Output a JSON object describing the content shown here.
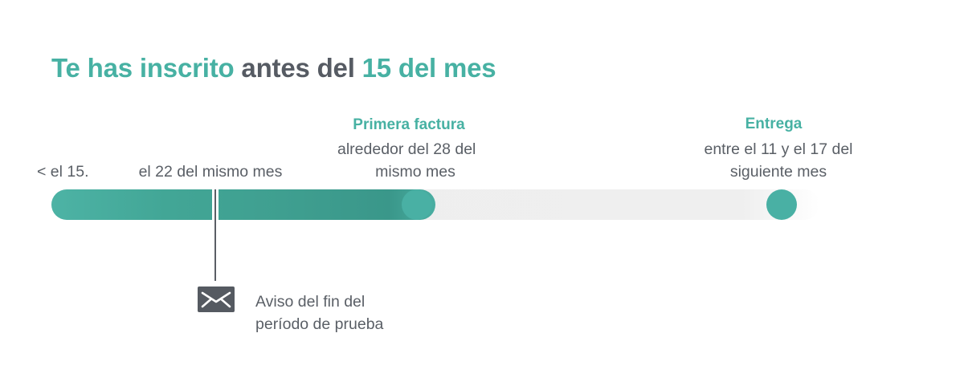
{
  "title": {
    "part1": "Te has inscrito",
    "part2": " antes del ",
    "part3": "15 del mes"
  },
  "timeline": {
    "progress_fraction": 0.5,
    "markers": [
      {
        "text": "< el 15."
      },
      {
        "text": "el 22 del mismo mes"
      },
      {
        "heading": "Primera factura",
        "line1": "alrededor del 28 del",
        "line2": "mismo mes"
      },
      {
        "heading": "Entrega",
        "line1": "entre el 11 y el 17 del",
        "line2": "siguiente mes"
      }
    ]
  },
  "notice": {
    "icon": "envelope-icon",
    "line1": "Aviso del fin del",
    "line2": "período de prueba"
  },
  "colors": {
    "accent": "#47b1a3",
    "text": "#565b63",
    "track": "#eeeeee",
    "progress": "#3f9f90"
  }
}
